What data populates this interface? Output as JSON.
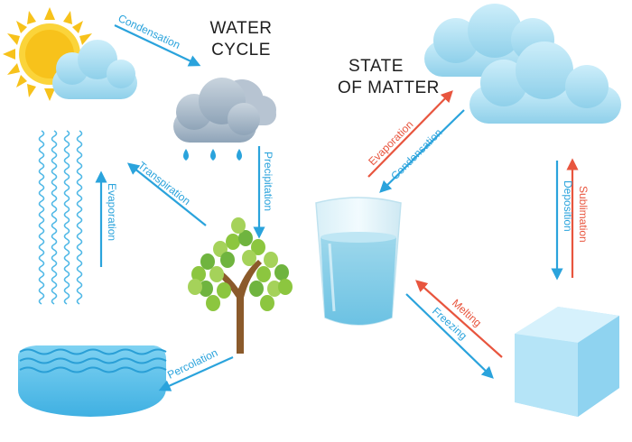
{
  "colors": {
    "blue_arrow": "#2aa3dc",
    "red_arrow": "#e8553e",
    "sun": "#f7c21b",
    "cloud_light": "#a8dcef",
    "cloud_grey": "#9fb3c6",
    "water": "#5cc3ea",
    "leaf": "#8cc63f",
    "trunk": "#8b5a2b",
    "ice": "#a8dff5"
  },
  "water_cycle": {
    "title_line1": "WATER",
    "title_line2": "CYCLE",
    "labels": {
      "condensation": "Condensation",
      "precipitation": "Precipitation",
      "transpiration": "Transpiration",
      "evaporation": "Evaporation",
      "percolation": "Percolation"
    }
  },
  "state_of_matter": {
    "title_line1": "STATE",
    "title_line2": "OF MATTER",
    "labels": {
      "evaporation": "Evaporation",
      "condensation": "Condensation",
      "sublimation": "Sublimation",
      "deposition": "Deposition",
      "melting": "Melting",
      "freezing": "Freezing"
    }
  }
}
